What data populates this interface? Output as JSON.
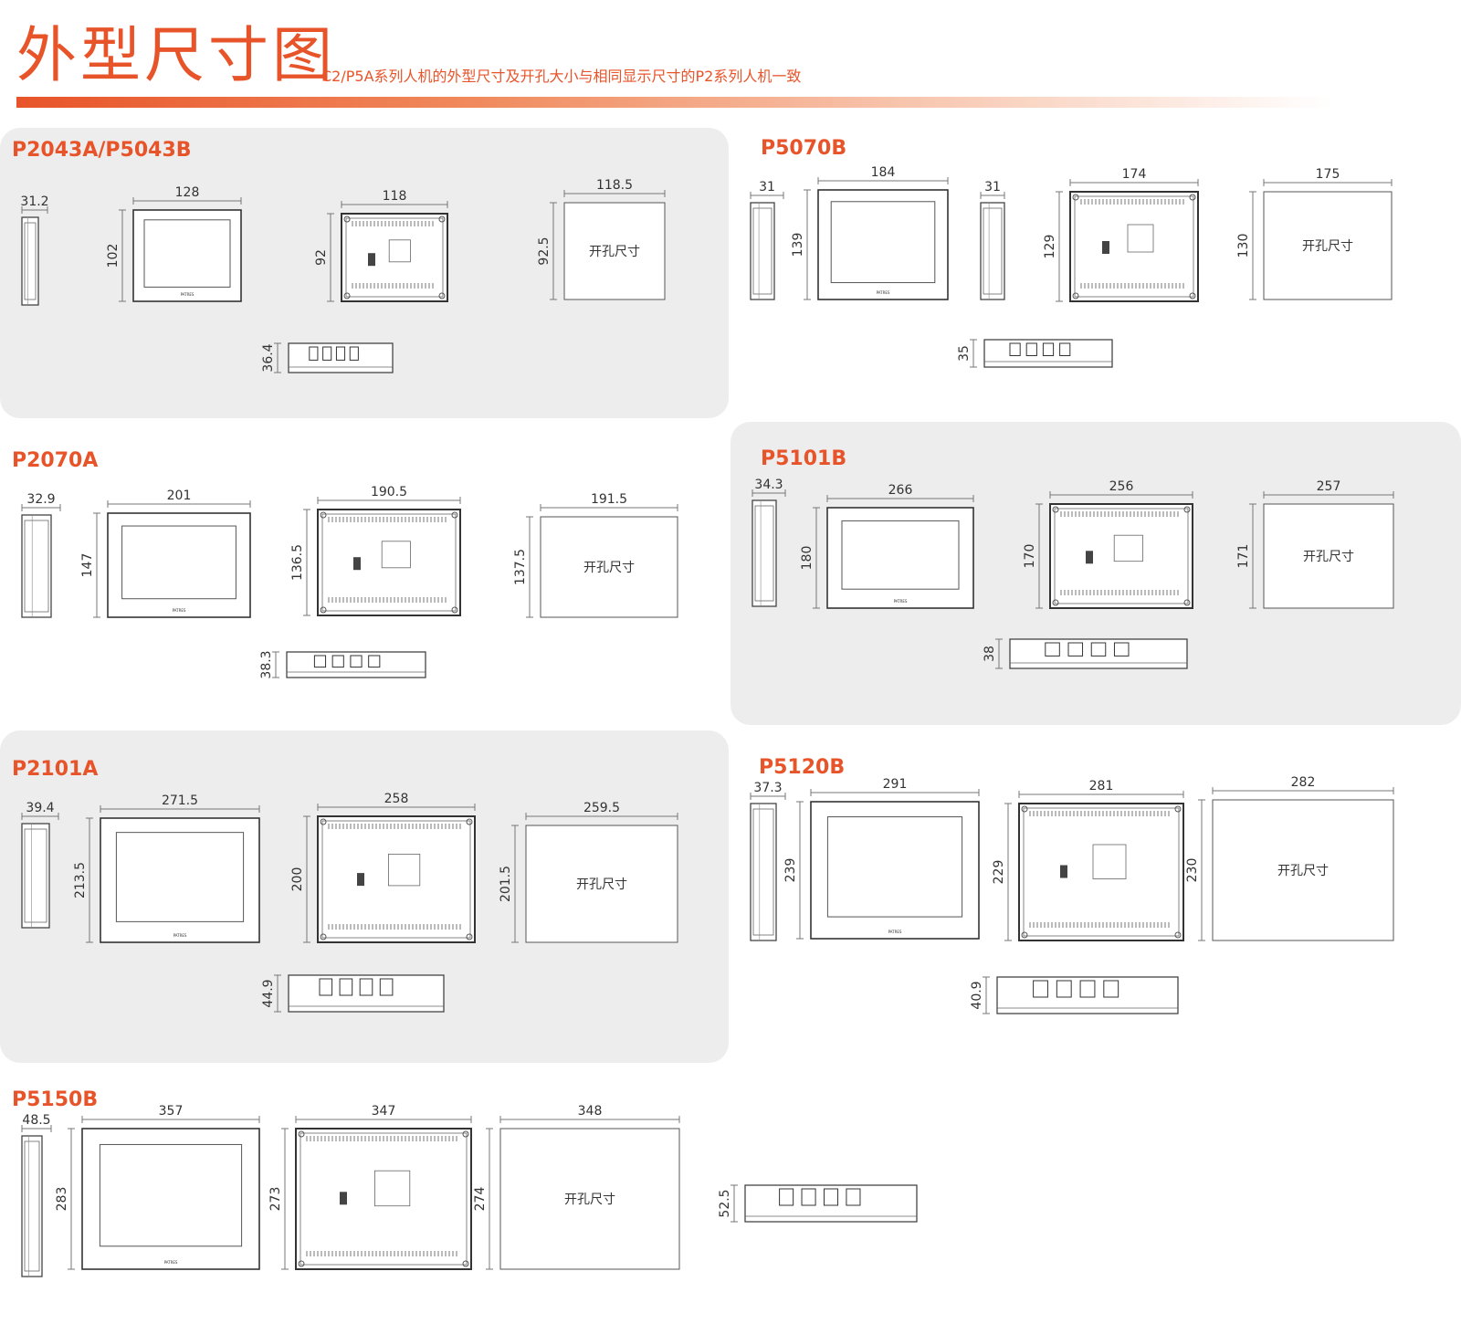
{
  "header": {
    "title": "外型尺寸图",
    "subtitle": "C2/P5A系列人机的外型尺寸及开孔大小与相同显示尺寸的P2系列人机一致"
  },
  "cutout_label": "开孔尺寸",
  "brand_mark": "PATRES",
  "models": [
    {
      "name": "P2043A/P5043B",
      "depth": "31.2",
      "front_w": "128",
      "front_h": "102",
      "back_w": "118",
      "back_h": "92",
      "cut_w": "118.5",
      "cut_h": "92.5",
      "bottom_h": "36.4"
    },
    {
      "name": "P5070B",
      "depth": "31",
      "front_w": "184",
      "front_h": "139",
      "depth2": "31",
      "back_w": "174",
      "back_h": "129",
      "cut_w": "175",
      "cut_h": "130",
      "bottom_h": "35"
    },
    {
      "name": "P2070A",
      "depth": "32.9",
      "front_w": "201",
      "front_h": "147",
      "back_w": "190.5",
      "back_h": "136.5",
      "cut_w": "191.5",
      "cut_h": "137.5",
      "bottom_h": "38.3"
    },
    {
      "name": "P5101B",
      "depth": "34.3",
      "front_w": "266",
      "front_h": "180",
      "back_w": "256",
      "back_h": "170",
      "cut_w": "257",
      "cut_h": "171",
      "bottom_h": "38"
    },
    {
      "name": "P2101A",
      "depth": "39.4",
      "front_w": "271.5",
      "front_h": "213.5",
      "back_w": "258",
      "back_h": "200",
      "cut_w": "259.5",
      "cut_h": "201.5",
      "bottom_h": "44.9"
    },
    {
      "name": "P5120B",
      "depth": "37.3",
      "front_w": "291",
      "front_h": "239",
      "back_w": "281",
      "back_h": "229",
      "cut_w": "282",
      "cut_h": "230",
      "bottom_h": "40.9"
    },
    {
      "name": "P5150B",
      "depth": "48.5",
      "front_w": "357",
      "front_h": "283",
      "back_w": "347",
      "back_h": "273",
      "cut_w": "348",
      "cut_h": "274",
      "bottom_h": "52.5"
    }
  ]
}
